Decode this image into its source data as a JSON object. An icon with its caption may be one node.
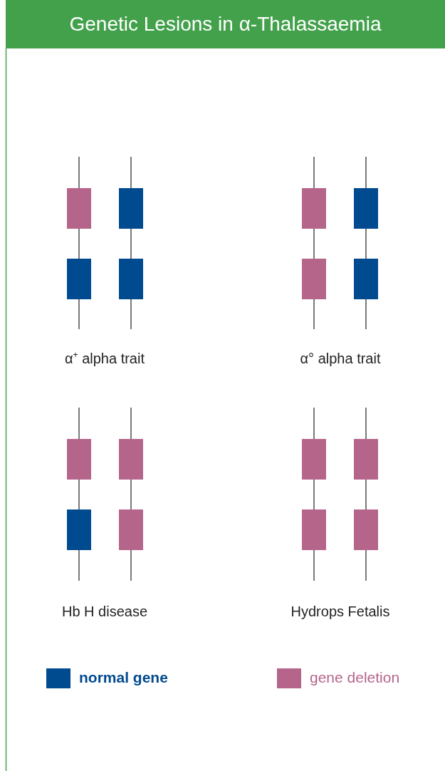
{
  "diagram": {
    "title": "Genetic Lesions in α-Thalassaemia",
    "nodes": [
      {
        "text": [],
        "shape": "box"
      },
      {
        "text": [],
        "shape": "box"
      },
      {
        "text": [],
        "shape": "box"
      },
      {
        "text": [],
        "shape": "box"
      },
      {
        "text": [],
        "shape": "box"
      },
      {
        "text": [],
        "shape": "box"
      },
      {
        "text": [],
        "shape": "box"
      },
      {
        "text": [],
        "shape": "box"
      },
      {
        "text": [],
        "shape": "box"
      },
      {
        "text": [],
        "shape": "box"
      },
      {
        "text": [],
        "shape": "box"
      },
      {
        "text": [],
        "shape": "box"
      },
      {
        "text": [],
        "shape": "box"
      },
      {
        "text": [],
        "shape": "box"
      },
      {
        "text": [],
        "shape": "box"
      },
      {
        "text": [],
        "shape": "box"
      }
    ],
    "edges": [],
    "labels": [
      "α$^{+}$ alpha trait",
      "α° alpha trait",
      "Hb H disease",
      "Hydrops Fetalis"
    ],
    "legend": [
      {
        "text": "normal gene",
        "color": "#004a8f"
      },
      {
        "text": "gene deletion",
        "color": "#b5648a"
      }
    ]
  }
}
